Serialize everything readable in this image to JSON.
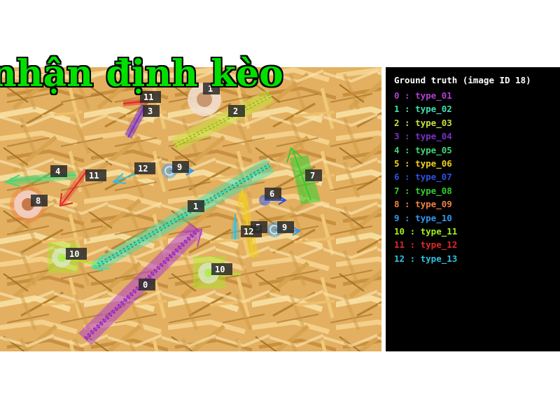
{
  "overlay_text": "nhận định kèo",
  "ground_truth": {
    "title": "Ground truth (image ID 18)",
    "entries": [
      {
        "label": "0 : type_01",
        "color": "#b040d0"
      },
      {
        "label": "1 : type_02",
        "color": "#40e0b0"
      },
      {
        "label": "2 : type_03",
        "color": "#c8e040"
      },
      {
        "label": "3 : type_04",
        "color": "#7a30c8"
      },
      {
        "label": "4 : type_05",
        "color": "#40d878"
      },
      {
        "label": "5 : type_06",
        "color": "#f0d020"
      },
      {
        "label": "6 : type_07",
        "color": "#3050e0"
      },
      {
        "label": "7 : type_08",
        "color": "#30d030"
      },
      {
        "label": "8 : type_09",
        "color": "#f08040"
      },
      {
        "label": "9 : type_10",
        "color": "#3098f0"
      },
      {
        "label": "10 : type_11",
        "color": "#a0f020"
      },
      {
        "label": "11 : type_12",
        "color": "#e02828"
      },
      {
        "label": "12 : type_13",
        "color": "#30c0e0"
      }
    ]
  },
  "detections": [
    {
      "id": "0",
      "color": "#b040d0"
    },
    {
      "id": "1",
      "color": "#40e0b0"
    },
    {
      "id": "2",
      "color": "#c8e040"
    },
    {
      "id": "3",
      "color": "#7a30c8"
    },
    {
      "id": "4",
      "color": "#40d878"
    },
    {
      "id": "5",
      "color": "#f0d020"
    },
    {
      "id": "6",
      "color": "#3050e0"
    },
    {
      "id": "7",
      "color": "#30d030"
    },
    {
      "id": "8",
      "color": "#f08040"
    },
    {
      "id": "9",
      "color": "#3098f0"
    },
    {
      "id": "9",
      "color": "#3098f0"
    },
    {
      "id": "10",
      "color": "#a0f020"
    },
    {
      "id": "10",
      "color": "#a0f020"
    },
    {
      "id": "11",
      "color": "#e02828"
    },
    {
      "id": "11",
      "color": "#e02828"
    },
    {
      "id": "12",
      "color": "#30c0e0"
    },
    {
      "id": "12",
      "color": "#30c0e0"
    },
    {
      "id": "1",
      "color": "#c8e040"
    }
  ]
}
